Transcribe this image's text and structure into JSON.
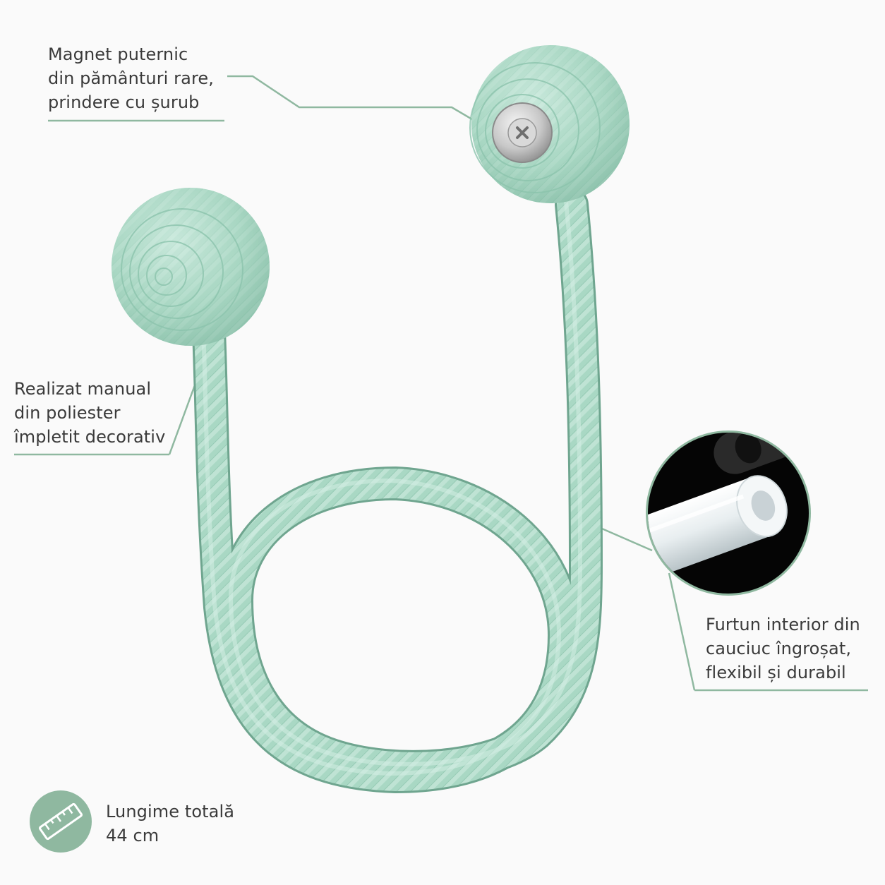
{
  "colors": {
    "accent": "#8fb8a0",
    "callout_line": "#8fb8a0",
    "cord": "#a9d8c4",
    "cord_dark": "#7fb7a0",
    "cord_light": "#d4efe4",
    "text": "#3a3a3a",
    "background": "#fafafa",
    "inset_background": "#050505"
  },
  "callouts": {
    "magnet": {
      "lines": [
        "Magnet puternic",
        "din pământuri rare,",
        "prindere cu șurub"
      ]
    },
    "handmade": {
      "lines": [
        "Realizat manual",
        "din poliester",
        "împletit decorativ"
      ]
    },
    "hose": {
      "lines": [
        "Furtun interior din",
        "cauciuc îngroșat,",
        "flexibil și durabil"
      ]
    }
  },
  "length_info": {
    "icon": "ruler-icon",
    "lines": [
      "Lungime totală",
      "44 cm"
    ]
  },
  "product": {
    "icon_magnet": "screw-magnet-icon",
    "icon_inset": "rubber-tube-icon"
  }
}
